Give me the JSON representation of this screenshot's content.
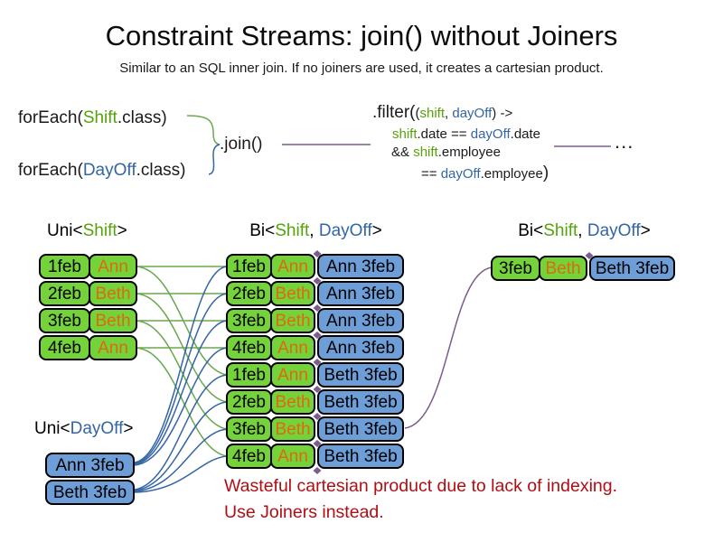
{
  "title": "Constraint Streams: join() without Joiners",
  "subtitle": "Similar to an SQL inner join. If no joiners are used, it creates a cartesian product.",
  "colors": {
    "box_green": "#74d23b",
    "box_blue": "#6d9ed8",
    "text_green": "#55a30a",
    "text_blue": "#3465a4",
    "text_orange": "#e0690b",
    "note_red": "#b00e14",
    "line_green": "#6aa84f",
    "line_blue": "#3465a4",
    "line_purple": "#7d5b8c"
  },
  "code": {
    "foreach_shift": {
      "pre": "forEach(",
      "cls": "Shift",
      "post": ".class)"
    },
    "foreach_dayoff": {
      "pre": "forEach(",
      "cls": "DayOff",
      "post": ".class)"
    },
    "join": ".join()",
    "ellipsis": "...",
    "filter": {
      "l1_call": ".filter(",
      "l1_open": "(",
      "l1_shift": "shift",
      "l1_sep": ", ",
      "l1_dayoff": "dayOff",
      "l1_end": ") ->",
      "l2_shift": "shift",
      "l2_mid": ".date == ",
      "l2_dayoff": "dayOff",
      "l2_end": ".date",
      "l3_amp": "&& ",
      "l3_shift": "shift",
      "l3_end": ".employee",
      "l4_eq": "== ",
      "l4_dayoff": "dayOff",
      "l4_end": ".employee",
      "l4_close": ")"
    }
  },
  "headers": {
    "uni_shift": {
      "pre": "Uni<",
      "cls": "Shift",
      "post": ">"
    },
    "bi_mid": {
      "pre": "Bi<",
      "shift": "Shift",
      "sep": ", ",
      "dayoff": "DayOff",
      "post": ">"
    },
    "bi_right": {
      "pre": "Bi<",
      "shift": "Shift",
      "sep": ", ",
      "dayoff": "DayOff",
      "post": ">"
    },
    "uni_dayoff": {
      "pre": "Uni<",
      "cls": "DayOff",
      "post": ">"
    }
  },
  "tables": {
    "shift": {
      "rows": [
        {
          "date": "1feb",
          "name": "Ann"
        },
        {
          "date": "2feb",
          "name": "Beth"
        },
        {
          "date": "3feb",
          "name": "Beth"
        },
        {
          "date": "4feb",
          "name": "Ann"
        }
      ]
    },
    "bi": {
      "rows": [
        {
          "date": "1feb",
          "name": "Ann",
          "dayoff": "Ann 3feb"
        },
        {
          "date": "2feb",
          "name": "Beth",
          "dayoff": "Ann 3feb"
        },
        {
          "date": "3feb",
          "name": "Beth",
          "dayoff": "Ann 3feb"
        },
        {
          "date": "4feb",
          "name": "Ann",
          "dayoff": "Ann 3feb"
        },
        {
          "date": "1feb",
          "name": "Ann",
          "dayoff": "Beth 3feb"
        },
        {
          "date": "2feb",
          "name": "Beth",
          "dayoff": "Beth 3feb"
        },
        {
          "date": "3feb",
          "name": "Beth",
          "dayoff": "Beth 3feb"
        },
        {
          "date": "4feb",
          "name": "Ann",
          "dayoff": "Beth 3feb"
        }
      ]
    },
    "dayoff": {
      "rows": [
        {
          "label": "Ann 3feb"
        },
        {
          "label": "Beth 3feb"
        }
      ]
    },
    "bi_right": {
      "rows": [
        {
          "date": "3feb",
          "name": "Beth",
          "dayoff": "Beth 3feb"
        }
      ]
    }
  },
  "note": {
    "line1": "Wasteful cartesian product due to lack of indexing.",
    "line2": "Use Joiners instead."
  }
}
